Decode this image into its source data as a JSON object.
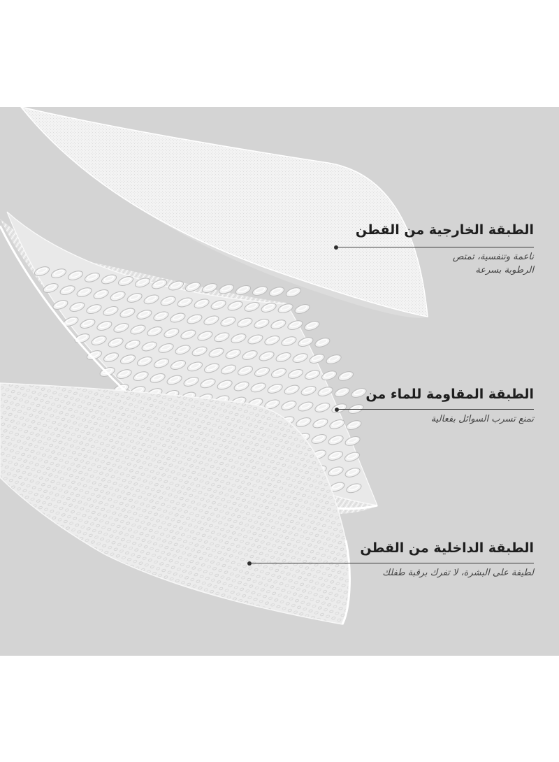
{
  "layers": [
    {
      "id": "outer",
      "title": "الطبقة الخارجية من القطن",
      "description_lines": [
        "ناعمة وتنفسية، تمتص",
        "الرطوبة بسرعة"
      ]
    },
    {
      "id": "waterproof",
      "title": "الطبقة المقاومة للماء من",
      "description_lines": [
        "تمنع تسرب السوائل بفعالية"
      ]
    },
    {
      "id": "inner",
      "title": "الطبقة الداخلية من القطن",
      "description_lines": [
        "لطيفة على البشرة، لا تفرك برقبة طفلك"
      ]
    }
  ],
  "colors": {
    "panel_background": "#d4d4d4",
    "page_background": "#ffffff",
    "fabric": "#f4f4f4",
    "text": "#1e1e1e"
  }
}
